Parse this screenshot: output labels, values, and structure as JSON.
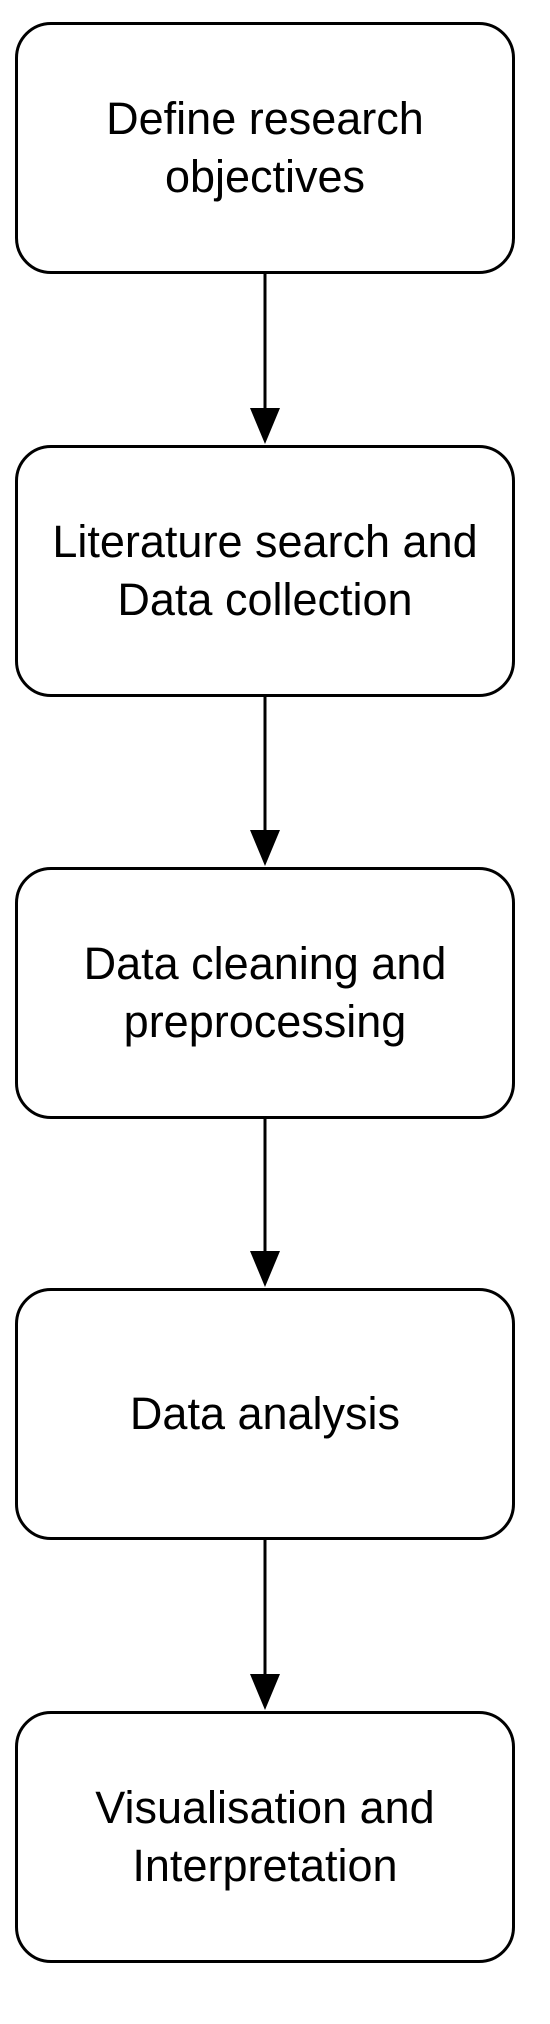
{
  "steps": [
    {
      "label": "Define research\nobjectives"
    },
    {
      "label": "Literature search and\nData collection"
    },
    {
      "label": "Data cleaning and\npreprocessing"
    },
    {
      "label": "Data analysis"
    },
    {
      "label": "Visualisation and\nInterpretation"
    }
  ],
  "colors": {
    "stroke": "#000000",
    "fill": "#ffffff"
  }
}
